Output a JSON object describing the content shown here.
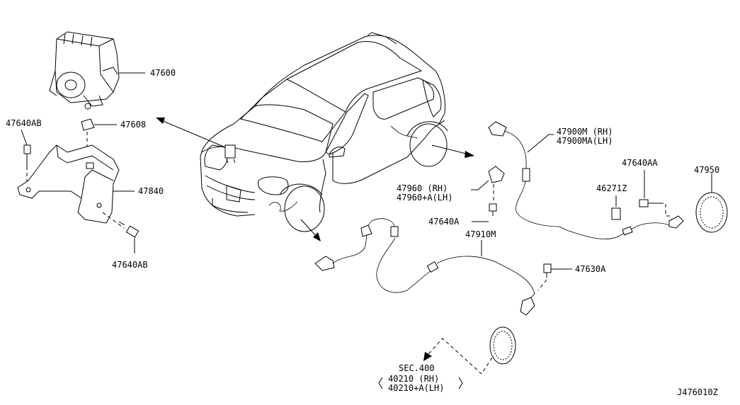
{
  "diagram": {
    "code": "J476010Z",
    "labels": {
      "p47600": "47600",
      "p47640AB_top": "47640AB",
      "p47608": "47608",
      "p47840": "47840",
      "p47640AB_bottom": "47640AB",
      "p47900M": "47900M  (RH)",
      "p47900MA": "47900MA(LH)",
      "p47640AA": "47640AA",
      "p47950": "47950",
      "p46271Z": "46271Z",
      "p47960": "47960  (RH)",
      "p47960A": "47960+A(LH)",
      "p47640A": "47640A",
      "p47910M": "47910M",
      "p47630A": "47630A",
      "sec400": "SEC.400",
      "p40210": "40210  (RH)",
      "p40210A": "40210+A(LH)"
    }
  }
}
